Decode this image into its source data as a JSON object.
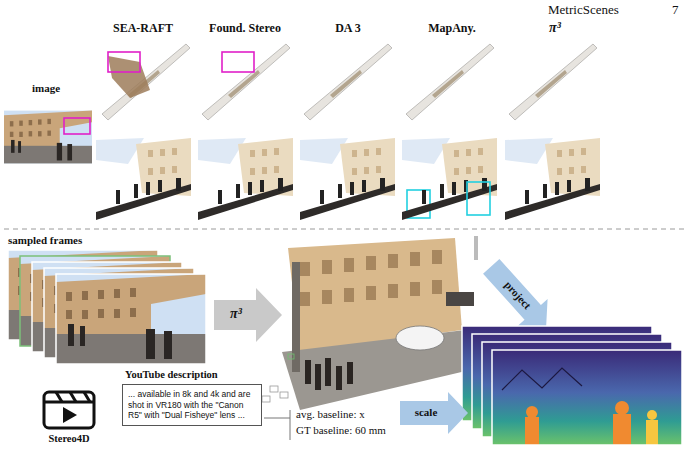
{
  "diagram": {
    "nodes": [
      {
        "text": [
          "YouTube description",
          "... available in 8k and 4k and are shot in VR180 with the \"Canon R5\" with \"Dual Fisheye\" lens ..."
        ]
      }
    ],
    "labels": [
      "MetricScenes",
      "7",
      "SEA-RAFT",
      "Found. Stereo",
      "DA 3",
      "MapAny.",
      "π³",
      "image",
      "sampled frames",
      "π³",
      "project",
      "Stereo4D",
      "avg. baseline: x",
      "GT baseline: 60 mm",
      "scale"
    ]
  }
}
